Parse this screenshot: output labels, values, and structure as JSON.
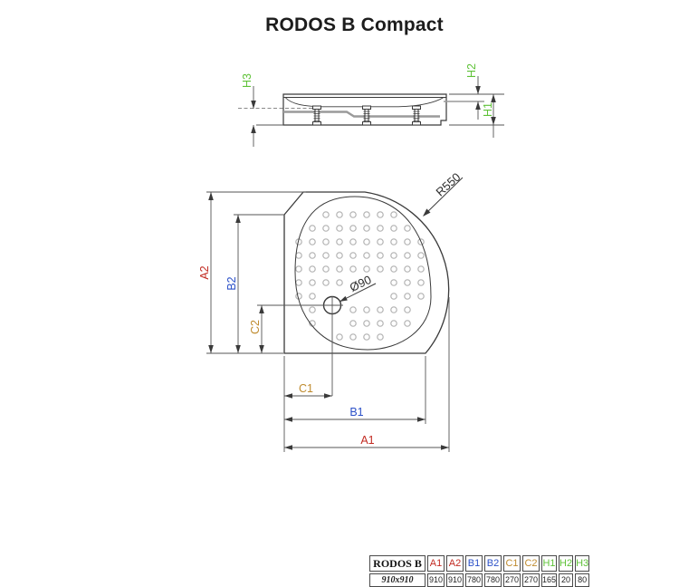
{
  "title": "RODOS B Compact",
  "colors": {
    "a": "#c22a21",
    "b": "#2b50c8",
    "c": "#bf8b2e",
    "h": "#5fc238"
  },
  "drawing": {
    "side_view": {
      "h1": "H1",
      "h2": "H2",
      "h3": "H3"
    },
    "top_view": {
      "a1": "A1",
      "a2": "A2",
      "b1": "B1",
      "b2": "B2",
      "c1": "C1",
      "c2": "C2",
      "radius": "R550",
      "drain_diameter": "Ø90"
    }
  },
  "table": {
    "model": "RODOS B",
    "size": "910x910",
    "headers": [
      "A1",
      "A2",
      "B1",
      "B2",
      "C1",
      "C2",
      "H1",
      "H2",
      "H3"
    ],
    "values": [
      "910",
      "910",
      "780",
      "780",
      "270",
      "270",
      "165",
      "20",
      "80"
    ]
  }
}
